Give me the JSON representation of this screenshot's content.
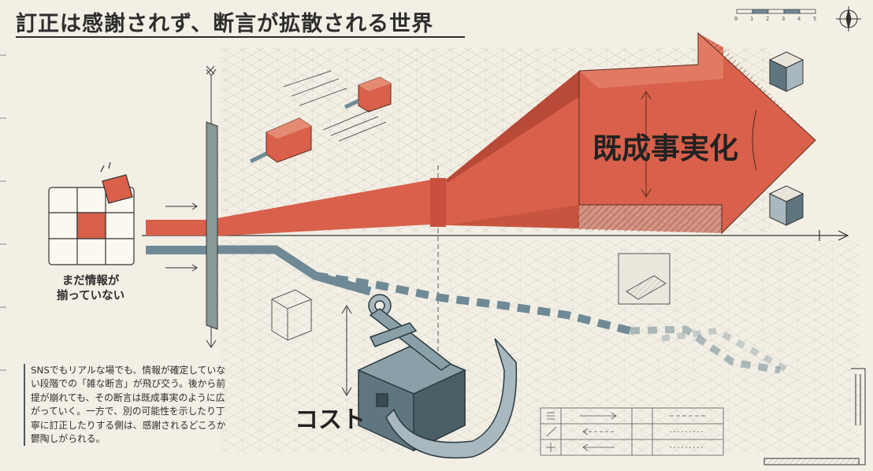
{
  "title": "訂正は感謝されず、断言が拡散される世界",
  "arrow_label": "既成事実化",
  "anchor_label": "コスト",
  "puzzle_caption": [
    "まだ情報が",
    "揃っていない"
  ],
  "description": "SNSでもリアルな場でも、情報が確定していない段階での「雑な断言」が飛び交う。後から前提が崩れても、その断言は既成事実のように広がっていく。一方で、別の可能性を示したり丁寧に訂正したりする側は、感謝されるどころか鬱陶しがられる。",
  "scale_bar": [
    "0",
    "1",
    "2",
    "3",
    "4",
    "5"
  ],
  "colors": {
    "accent_red": "#d9604a",
    "slate": "#6f8a96",
    "ink": "#2d2d2d",
    "paper": "#f3efe5"
  }
}
